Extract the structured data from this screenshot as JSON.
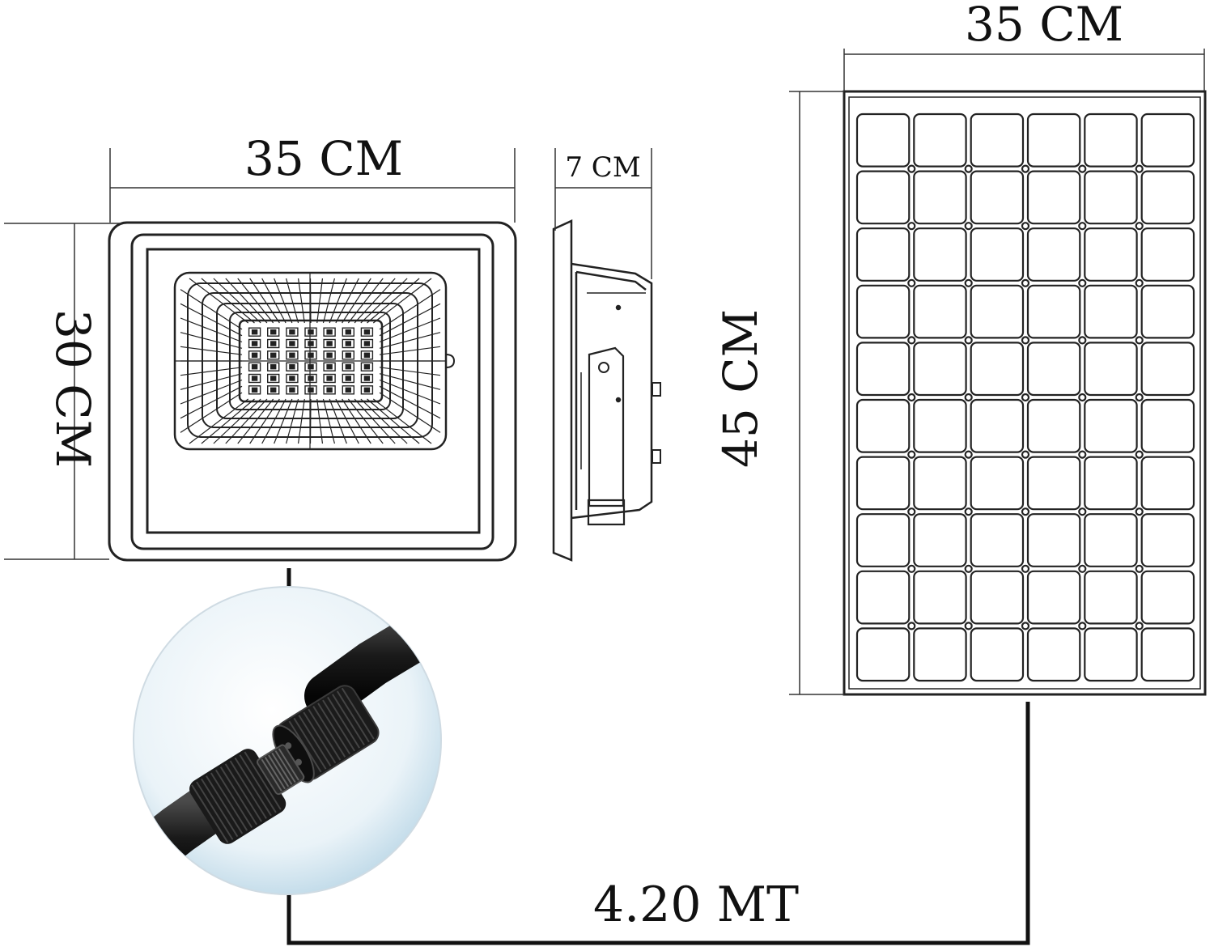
{
  "labels": {
    "flood_width": "35 CM",
    "flood_height": "30 CM",
    "flood_depth": "7 CM",
    "panel_width": "35 CM",
    "panel_height": "45 CM",
    "cable_length": "4.20 MT"
  },
  "icons": {
    "floodlight_front": "floodlight-front-icon",
    "floodlight_side": "floodlight-side-icon",
    "solar_panel": "solar-panel-icon",
    "connector_photo": "waterproof-connector-icon"
  },
  "panel_grid": {
    "columns": 6,
    "rows": 10
  },
  "led_grid": {
    "columns": 7,
    "rows": 6
  },
  "colors": {
    "line": "#222222",
    "accent_bg": "#cfe3ef"
  }
}
